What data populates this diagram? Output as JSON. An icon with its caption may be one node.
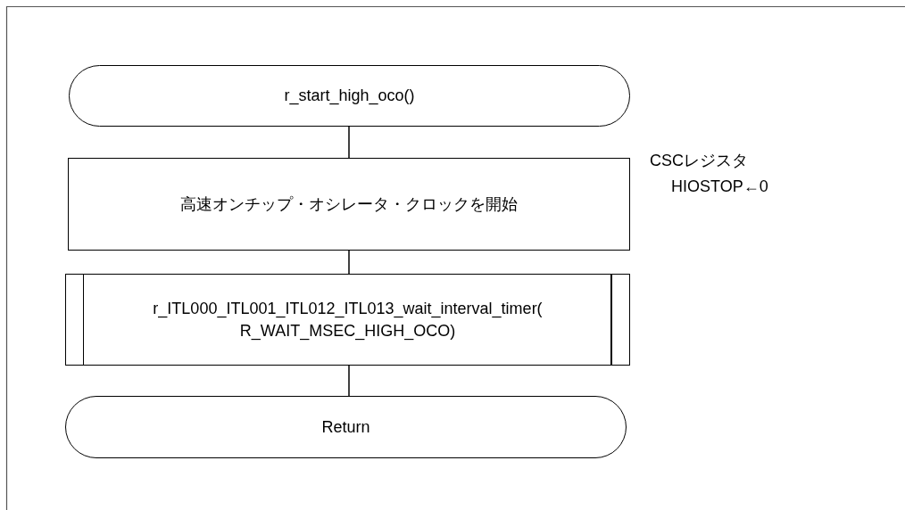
{
  "diagram": {
    "nodes": [
      {
        "text": [
          "r_start_high_oco()"
        ]
      },
      {
        "text": [
          "高速オンチップ・オシレータ・クロックを開始"
        ]
      },
      {
        "text": [
          "r_ITL000_ITL001_ITL012_ITL013_wait_interval_timer( R_WAIT_MSEC_HIGH_OCO)"
        ]
      },
      {
        "text": [
          "Return"
        ]
      }
    ],
    "edges": [
      {
        "from": 0,
        "to": 1,
        "arrow": "none"
      },
      {
        "from": 1,
        "to": 2,
        "arrow": "none"
      },
      {
        "from": 2,
        "to": 3,
        "arrow": "none"
      }
    ],
    "labels": [
      "CSCレジスタ",
      "HIOSTOP←0"
    ]
  }
}
